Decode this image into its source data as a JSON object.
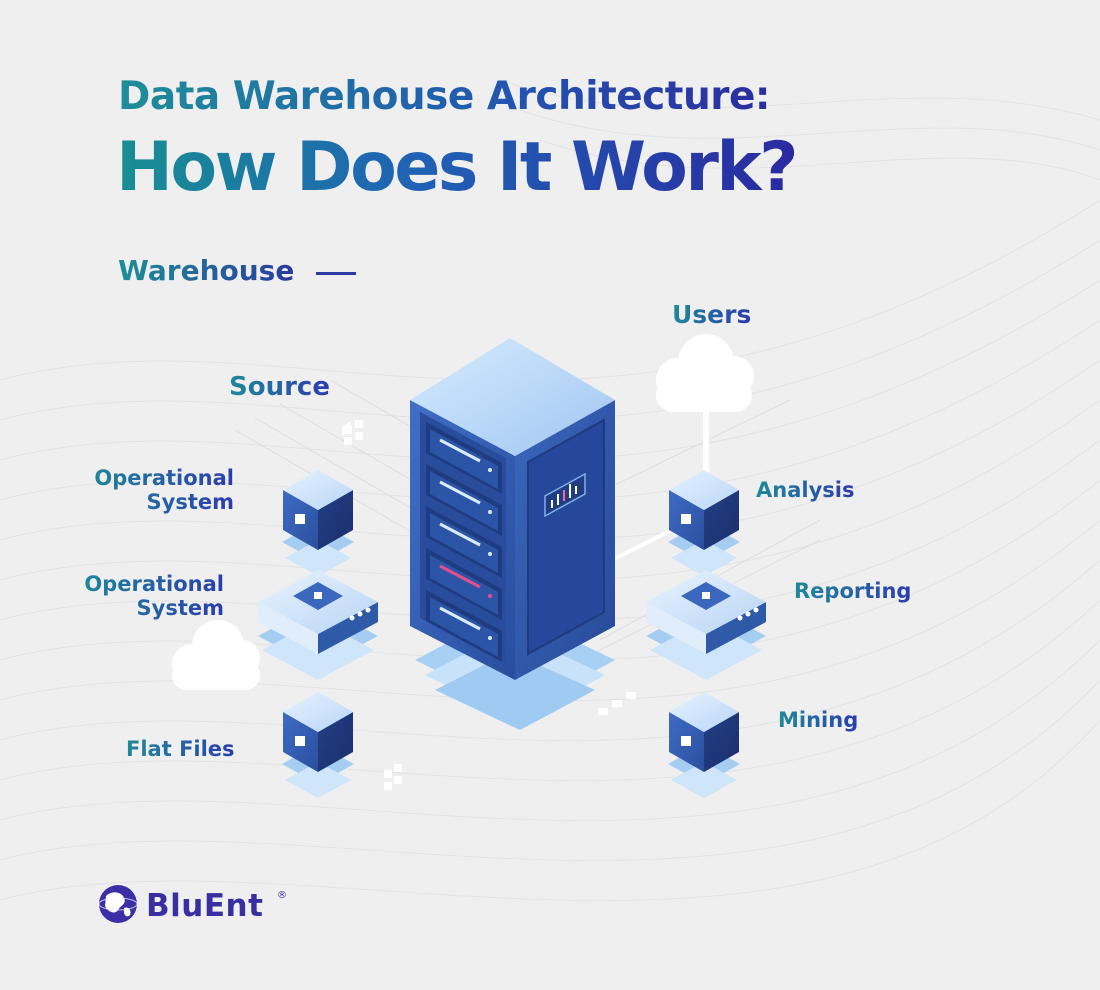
{
  "title": {
    "line1": "Data Warehouse Architecture:",
    "line2": "How Does It Work?"
  },
  "section": {
    "label": "Warehouse"
  },
  "sources": {
    "heading": "Source",
    "items": [
      {
        "line1": "Operational",
        "line2": "System"
      },
      {
        "line1": "Operational",
        "line2": "System"
      },
      {
        "line1": "Flat Files"
      }
    ]
  },
  "users": {
    "heading": "Users",
    "items": [
      "Analysis",
      "Reporting",
      "Mining"
    ]
  },
  "brand": {
    "name": "BluEnt",
    "mark": "®"
  },
  "icons": [
    "server-rack-icon",
    "cloud-icon",
    "cube-icon",
    "router-icon",
    "globe-icon",
    "bar-chart-icon"
  ],
  "colors": {
    "teal": "#1c8f96",
    "blue": "#2b3cae",
    "navy": "#2c2d9e",
    "server": "#2f5aa6",
    "pad": "#aed3f2"
  }
}
